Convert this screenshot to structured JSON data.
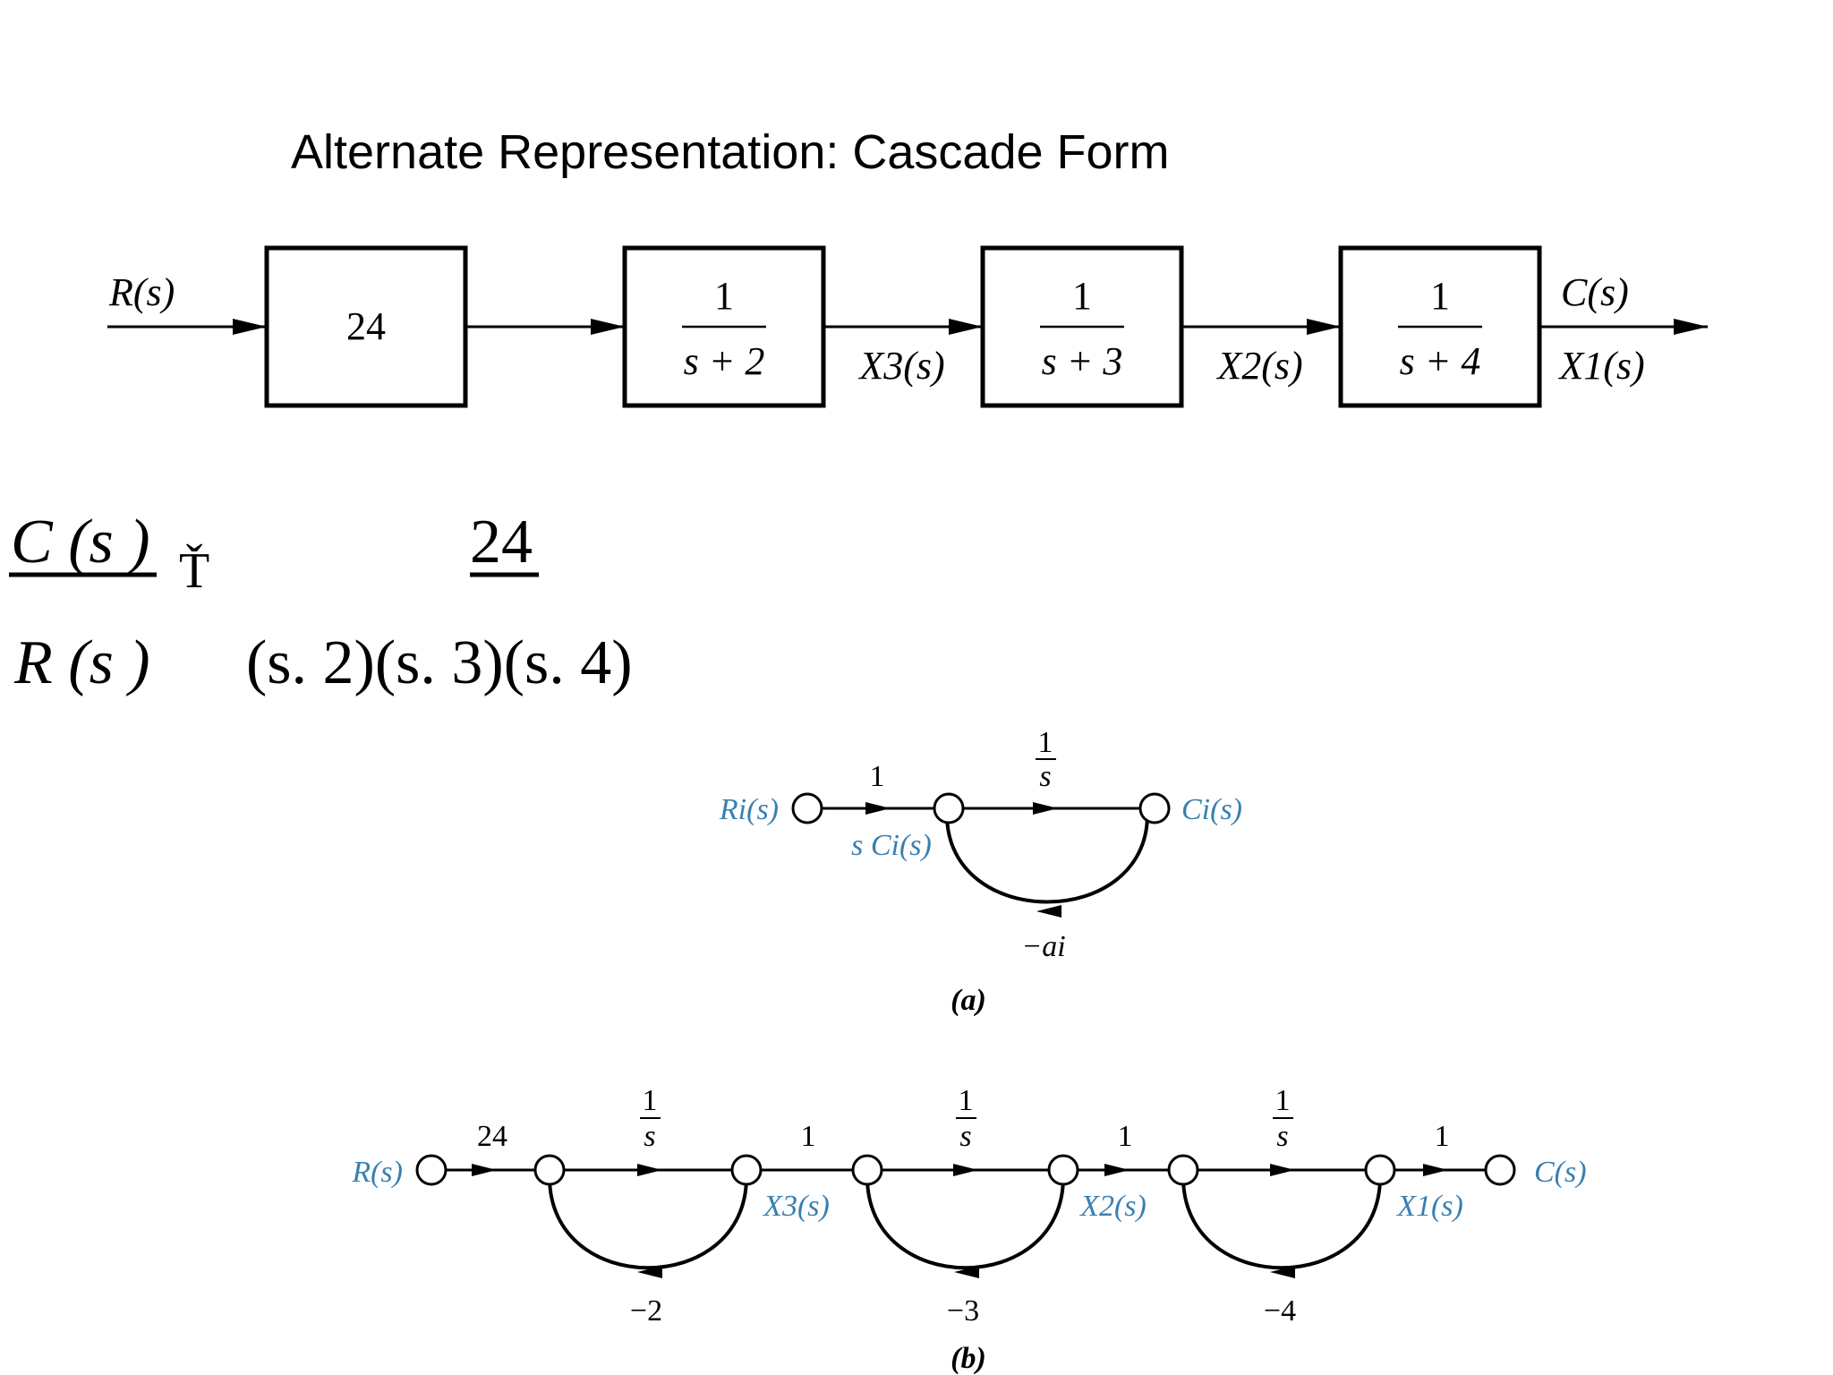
{
  "title": "Alternate Representation: Cascade Form",
  "block_diagram": {
    "input_label": "R(s)",
    "output_label": "C(s)",
    "blocks": [
      {
        "kind": "const",
        "text": "24"
      },
      {
        "kind": "frac",
        "num": "1",
        "den": "s + 2"
      },
      {
        "kind": "frac",
        "num": "1",
        "den": "s + 3"
      },
      {
        "kind": "frac",
        "num": "1",
        "den": "s + 4"
      }
    ],
    "state_labels": [
      "X3(s)",
      "X2(s)",
      "X1(s)"
    ]
  },
  "equation": {
    "lhs_num": "C (s )",
    "lhs_den": "R (s )",
    "eq_sign": "Ť",
    "rhs_num": "24",
    "rhs_den": "(s.  2)(s.  3)(s.  4)"
  },
  "sfg_a": {
    "input": "Ri(s)",
    "output": "Ci(s)",
    "mid_label": "s Ci(s)",
    "gain_in": "1",
    "gain_num": "1",
    "gain_den": "s",
    "feedback": "−ai",
    "caption": "(a)"
  },
  "sfg_b": {
    "input": "R(s)",
    "output": "C(s)",
    "gains": [
      "24",
      "1",
      "1",
      "1"
    ],
    "integrator_num": "1",
    "integrator_den": "s",
    "state_labels": [
      "X3(s)",
      "X2(s)",
      "X1(s)"
    ],
    "feedbacks": [
      "−2",
      "−3",
      "−4"
    ],
    "caption": "(b)"
  }
}
